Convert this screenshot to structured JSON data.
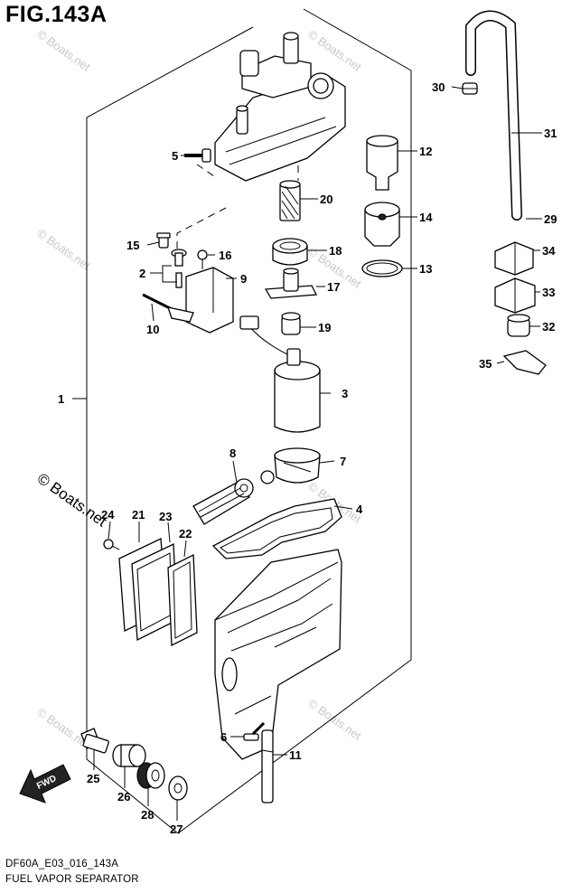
{
  "figure": {
    "title": "FIG.143A",
    "code": "DF60A_E03_016_143A",
    "name": "FUEL VAPOR SEPARATOR"
  },
  "watermark": {
    "text": "© Boats.net",
    "dark_text": "© Boats.net"
  },
  "callouts": [
    {
      "id": "c1",
      "number": "1"
    },
    {
      "id": "c2",
      "number": "2"
    },
    {
      "id": "c3",
      "number": "3"
    },
    {
      "id": "c4",
      "number": "4"
    },
    {
      "id": "c5",
      "number": "5"
    },
    {
      "id": "c6",
      "number": "6"
    },
    {
      "id": "c7",
      "number": "7"
    },
    {
      "id": "c8",
      "number": "8"
    },
    {
      "id": "c9",
      "number": "9"
    },
    {
      "id": "c10",
      "number": "10"
    },
    {
      "id": "c11",
      "number": "11"
    },
    {
      "id": "c12",
      "number": "12"
    },
    {
      "id": "c13",
      "number": "13"
    },
    {
      "id": "c14",
      "number": "14"
    },
    {
      "id": "c15",
      "number": "15"
    },
    {
      "id": "c16",
      "number": "16"
    },
    {
      "id": "c17",
      "number": "17"
    },
    {
      "id": "c18",
      "number": "18"
    },
    {
      "id": "c19",
      "number": "19"
    },
    {
      "id": "c20",
      "number": "20"
    },
    {
      "id": "c21",
      "number": "21"
    },
    {
      "id": "c22",
      "number": "22"
    },
    {
      "id": "c23",
      "number": "23"
    },
    {
      "id": "c24",
      "number": "24"
    },
    {
      "id": "c25",
      "number": "25"
    },
    {
      "id": "c26",
      "number": "26"
    },
    {
      "id": "c27",
      "number": "27"
    },
    {
      "id": "c28",
      "number": "28"
    },
    {
      "id": "c29",
      "number": "29"
    },
    {
      "id": "c30",
      "number": "30"
    },
    {
      "id": "c31",
      "number": "31"
    },
    {
      "id": "c32",
      "number": "32"
    },
    {
      "id": "c33",
      "number": "33"
    },
    {
      "id": "c34",
      "number": "34"
    },
    {
      "id": "c35",
      "number": "35"
    }
  ],
  "fwd_arrow": {
    "label": "FWD"
  }
}
